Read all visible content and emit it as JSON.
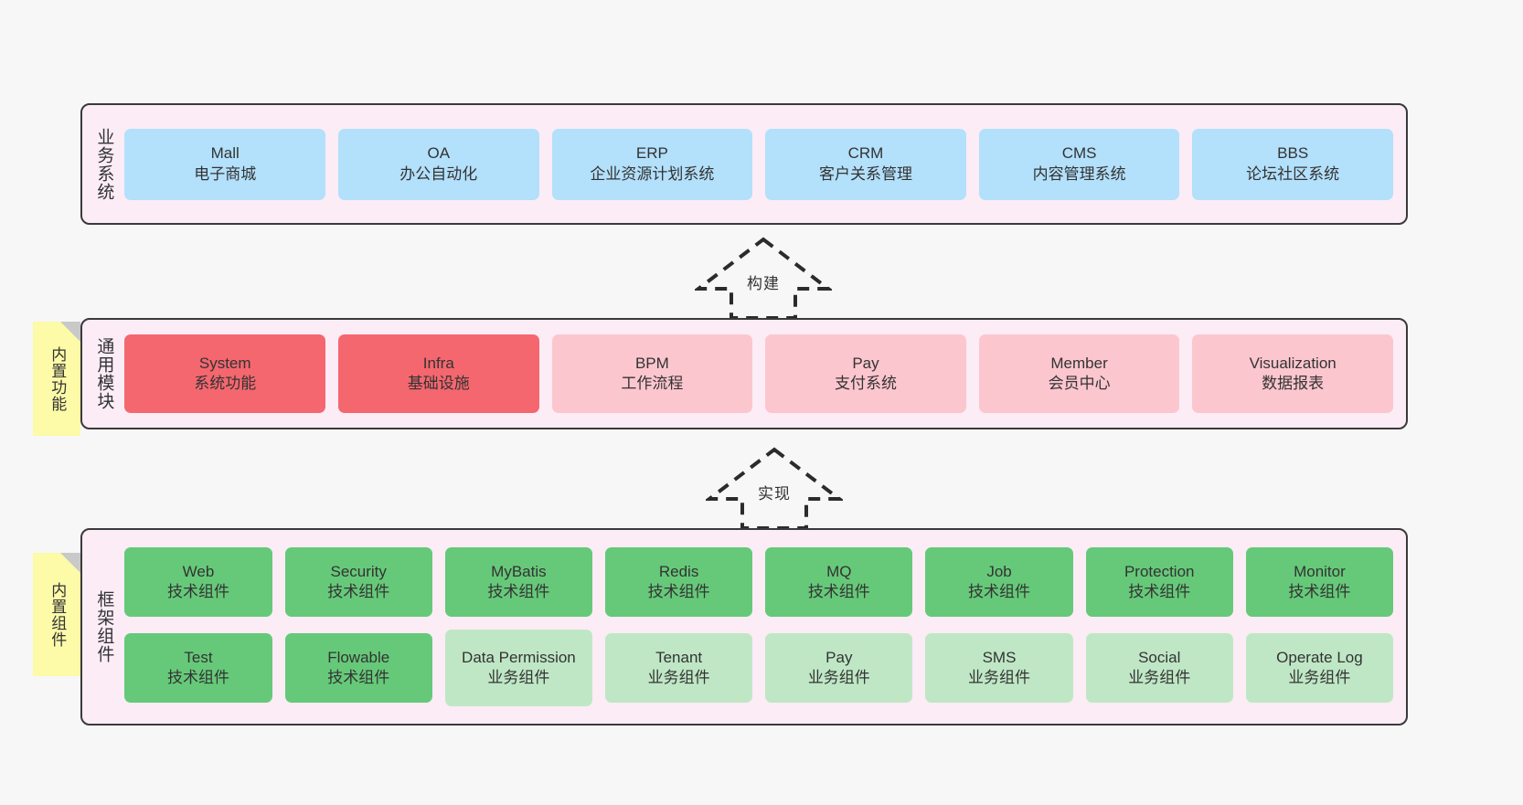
{
  "layers": {
    "business": {
      "caption": "业务系统",
      "nodes": [
        {
          "en": "Mall",
          "cn": "电子商城"
        },
        {
          "en": "OA",
          "cn": "办公自动化"
        },
        {
          "en": "ERP",
          "cn": "企业资源计划系统"
        },
        {
          "en": "CRM",
          "cn": "客户关系管理"
        },
        {
          "en": "CMS",
          "cn": "内容管理系统"
        },
        {
          "en": "BBS",
          "cn": "论坛社区系统"
        }
      ]
    },
    "modules": {
      "caption": "通用模块",
      "note": "内置功能",
      "nodes": [
        {
          "en": "System",
          "cn": "系统功能",
          "style": "red"
        },
        {
          "en": "Infra",
          "cn": "基础设施",
          "style": "red"
        },
        {
          "en": "BPM",
          "cn": "工作流程",
          "style": "pink"
        },
        {
          "en": "Pay",
          "cn": "支付系统",
          "style": "pink"
        },
        {
          "en": "Member",
          "cn": "会员中心",
          "style": "pink"
        },
        {
          "en": "Visualization",
          "cn": "数据报表",
          "style": "pink"
        }
      ]
    },
    "framework": {
      "caption": "框架组件",
      "note": "内置组件",
      "row1": [
        {
          "en": "Web",
          "cn": "技术组件"
        },
        {
          "en": "Security",
          "cn": "技术组件"
        },
        {
          "en": "MyBatis",
          "cn": "技术组件"
        },
        {
          "en": "Redis",
          "cn": "技术组件"
        },
        {
          "en": "MQ",
          "cn": "技术组件"
        },
        {
          "en": "Job",
          "cn": "技术组件"
        },
        {
          "en": "Protection",
          "cn": "技术组件"
        },
        {
          "en": "Monitor",
          "cn": "技术组件"
        }
      ],
      "row2": [
        {
          "en": "Test",
          "cn": "技术组件",
          "style": "green"
        },
        {
          "en": "Flowable",
          "cn": "技术组件",
          "style": "green"
        },
        {
          "en": "Data Permission",
          "cn": "业务组件",
          "style": "lightgreen"
        },
        {
          "en": "Tenant",
          "cn": "业务组件",
          "style": "lightgreen"
        },
        {
          "en": "Pay",
          "cn": "业务组件",
          "style": "lightgreen"
        },
        {
          "en": "SMS",
          "cn": "业务组件",
          "style": "lightgreen"
        },
        {
          "en": "Social",
          "cn": "业务组件",
          "style": "lightgreen"
        },
        {
          "en": "Operate Log",
          "cn": "业务组件",
          "style": "lightgreen"
        }
      ]
    }
  },
  "connectors": [
    {
      "label": "构建"
    },
    {
      "label": "实现"
    }
  ],
  "colors": {
    "layer_background": "#fbecf6",
    "layer_border": "#3a3a3a",
    "business_node": "#b3e0fb",
    "module_primary": "#f4676e",
    "module_secondary": "#fcc6cf",
    "tech_component": "#66c979",
    "business_component": "#bfe7c5",
    "sticky_note": "#fdfaa8",
    "sticky_fold": "#c9c9c9",
    "canvas": "#f7f7f7"
  }
}
